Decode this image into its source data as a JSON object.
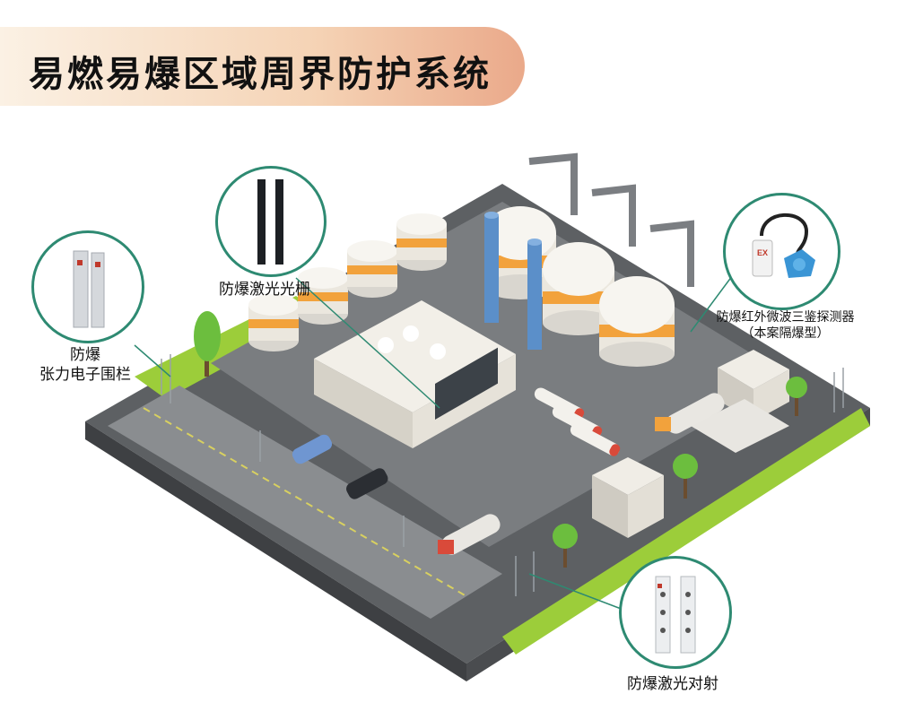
{
  "title": "易燃易爆区域周界防护系统",
  "callouts": {
    "fence": {
      "line1": "防爆",
      "line2": "张力电子围栏"
    },
    "grating": {
      "label": "防爆激光光栅"
    },
    "detector": {
      "line1": "防爆红外微波三鉴探测器",
      "line2": "（本案隔爆型）",
      "badge": "EX"
    },
    "beam": {
      "label": "防爆激光对射"
    }
  },
  "colors": {
    "accent": "#2e8a72",
    "ground": "#7a7d80",
    "grass": "#9ccd3a",
    "tank_band": "#f2a23c"
  }
}
